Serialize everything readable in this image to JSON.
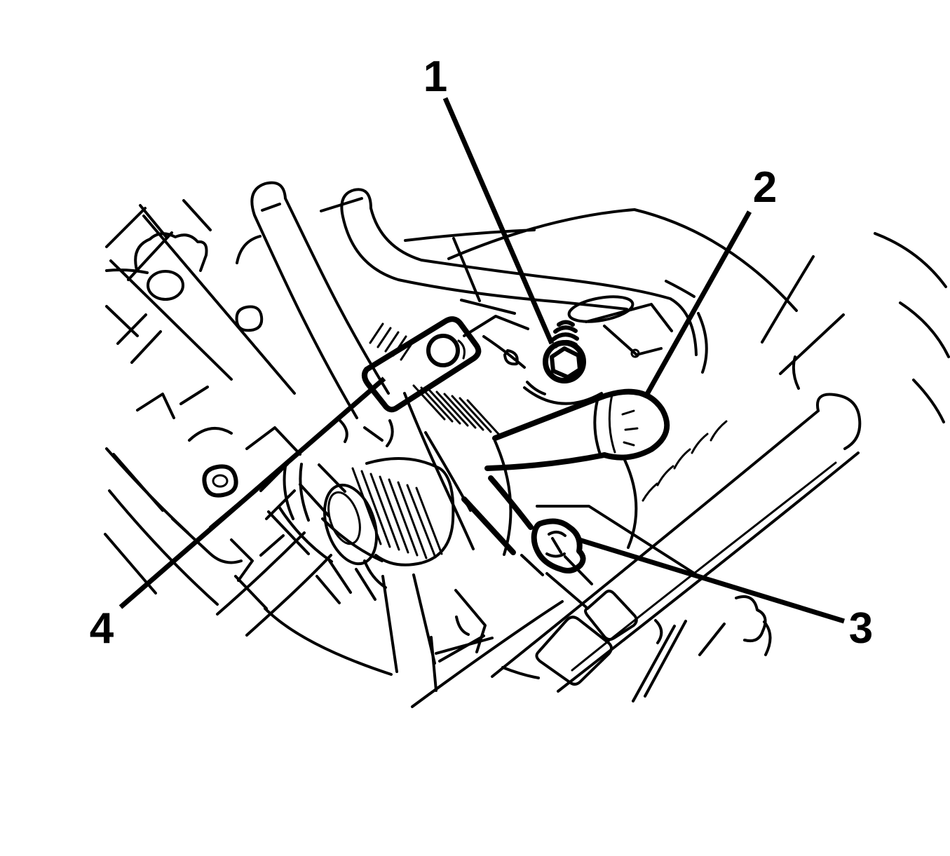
{
  "figure": {
    "description": "Black-and-white engine compartment line illustration (generator / sensor area) with four numbered callouts and leader lines",
    "background_color": "#ffffff",
    "line_color": "#000000",
    "callouts": [
      {
        "label": "1"
      },
      {
        "label": "2"
      },
      {
        "label": "3"
      },
      {
        "label": "4"
      }
    ]
  }
}
